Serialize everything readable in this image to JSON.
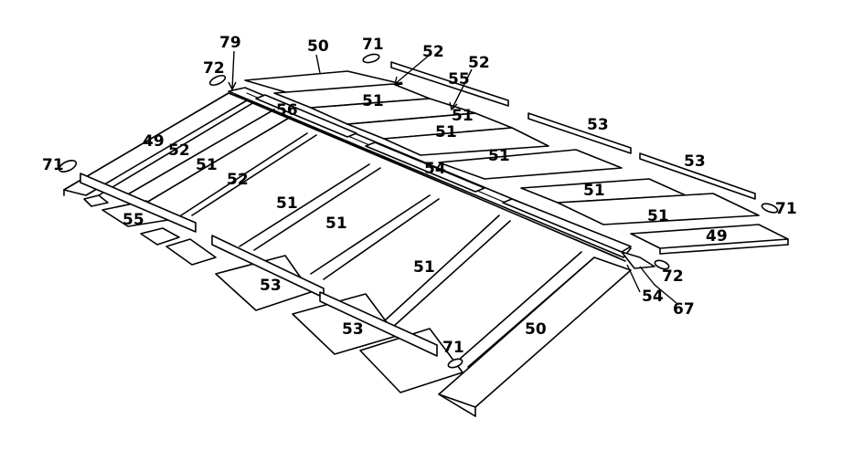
{
  "diagram": {
    "labels": {
      "l79": "79",
      "l50a": "50",
      "l71a": "71",
      "l52a": "52",
      "l52b": "52",
      "l55a": "55",
      "l72a": "72",
      "l51a": "51",
      "l56": "56",
      "l49a": "49",
      "l52c": "52",
      "l51b": "51",
      "l53a": "53",
      "l71b": "71",
      "l51c": "51",
      "l51d": "51",
      "l53b": "53",
      "l52d": "52",
      "l54a": "54",
      "l51e": "51",
      "l51f": "51",
      "l55b": "55",
      "l71c": "71",
      "l51g": "51",
      "l49b": "49",
      "l51h": "51",
      "l72b": "72",
      "l53c": "53",
      "l51i": "51",
      "l54b": "54",
      "l67": "67",
      "l53d": "53",
      "l51j": "51",
      "l71d": "71",
      "l50b": "50"
    }
  }
}
